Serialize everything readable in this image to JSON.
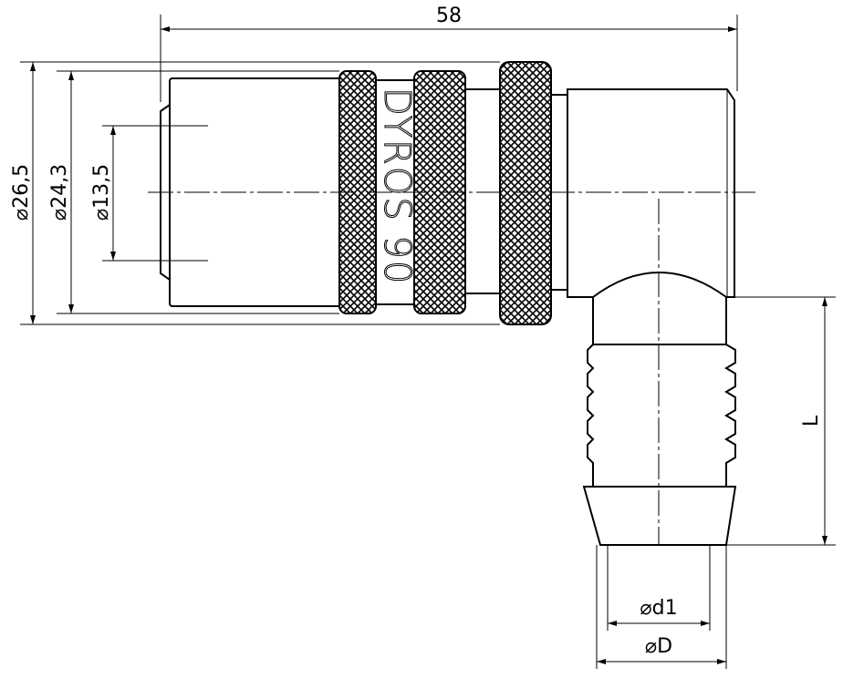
{
  "drawing": {
    "brand_label": "DYROS 90",
    "dimensions": {
      "overall_length": "58",
      "outer_diameter": "⌀26,5",
      "knurl_diameter": "⌀24,3",
      "bore_diameter": "⌀13,5",
      "hose_length": "L",
      "hose_inner": "⌀d1",
      "hose_outer": "⌀D"
    }
  }
}
